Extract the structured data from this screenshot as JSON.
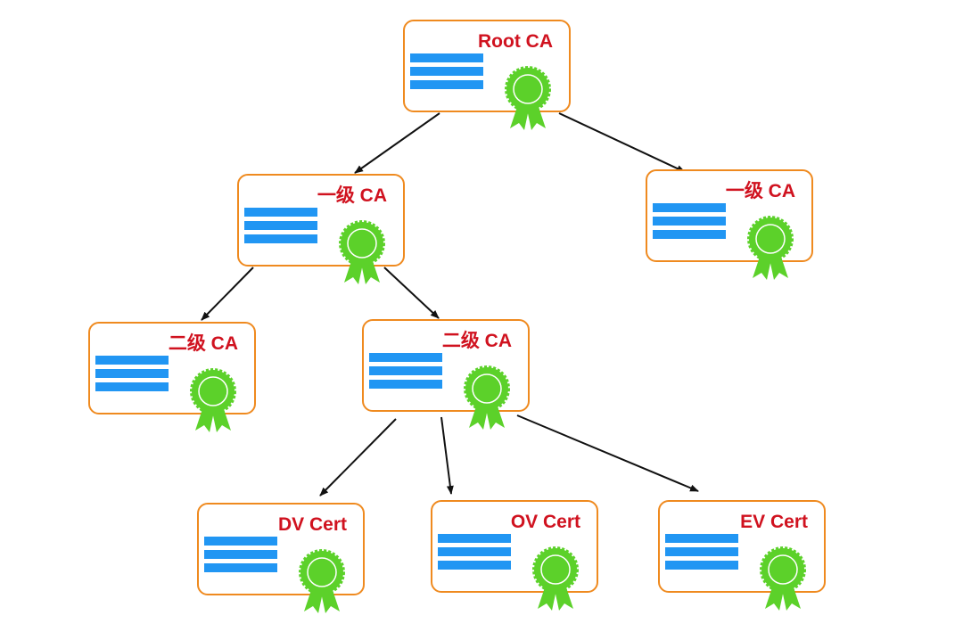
{
  "diagram": {
    "nodes": [
      {
        "id": "root",
        "label": "Root CA"
      },
      {
        "id": "l1a",
        "label": "一级 CA"
      },
      {
        "id": "l1b",
        "label": "一级 CA"
      },
      {
        "id": "l2a",
        "label": "二级 CA"
      },
      {
        "id": "l2b",
        "label": "二级 CA"
      },
      {
        "id": "dv",
        "label": "DV Cert"
      },
      {
        "id": "ov",
        "label": "OV Cert"
      },
      {
        "id": "ev",
        "label": "EV Cert"
      }
    ],
    "edges": [
      {
        "from": "root",
        "to": "l1a"
      },
      {
        "from": "root",
        "to": "l1b"
      },
      {
        "from": "l1a",
        "to": "l2a"
      },
      {
        "from": "l1a",
        "to": "l2b"
      },
      {
        "from": "l2b",
        "to": "dv"
      },
      {
        "from": "l2b",
        "to": "ov"
      },
      {
        "from": "l2b",
        "to": "ev"
      }
    ]
  },
  "colors": {
    "card_border": "#ef8a1f",
    "title": "#d0121f",
    "lines": "#2196f3",
    "seal": "#5cd12a",
    "arrow": "#111111"
  },
  "icons": {
    "seal": "award-seal-icon"
  }
}
